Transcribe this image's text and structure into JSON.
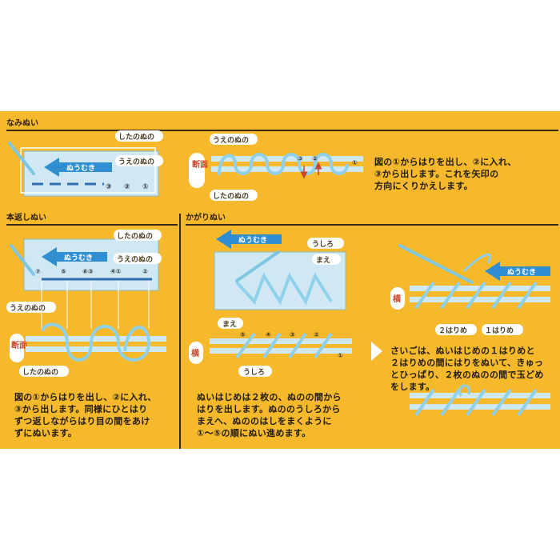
{
  "sections": {
    "running": {
      "title": "なみぬい",
      "direction": "ぬうむき",
      "under_cloth": "したのぬの",
      "upper_cloth": "うえのぬの",
      "cross_section": "断面",
      "upper_cloth_cs": "うえのぬの",
      "under_cloth_cs": "したのぬの",
      "nums": [
        "③",
        "②",
        "①"
      ],
      "text": "図の①からはりを出し、②に入れ、\n③から出します。これを矢印の\n方向にくりかえします。"
    },
    "backstitch": {
      "title": "本返しぬい",
      "direction": "ぬうむき",
      "under_cloth": "したのぬの",
      "upper_cloth": "うえのぬの",
      "upper_cloth_cs": "うえのぬの",
      "under_cloth_cs": "したのぬの",
      "cross_section": "断面",
      "nums": [
        "⑦",
        "⑤",
        "⑥③",
        "④①",
        "②"
      ],
      "text": "図の①からはりを出し、②に入れ、\n③から出します。同様にひとはり\nずつ返しながらはり目の間をあけ\nずにぬいます。"
    },
    "overcast": {
      "title": "かがりぬい",
      "direction": "ぬうむき",
      "back": "うしろ",
      "front": "まえ",
      "front2": "まえ",
      "side": "横",
      "back2": "うしろ",
      "nums": [
        "⑤",
        "④",
        "③",
        "②",
        "①"
      ],
      "text": "ぬいはじめは２枚の、ぬのの間から\nはりを出します。ぬののうしろから\nまえへ、ぬののはしをまくように\n①～⑤の順にぬい進めます。"
    },
    "finish": {
      "direction": "ぬうむき",
      "side": "横",
      "second": "２はりめ",
      "first": "１はりめ",
      "text": "さいごは、ぬいはじめの１はりめと\n２はりめの間にはりをぬいて、きゅっ\nとひっぱり、２枚のぬのの間で玉どめ\nをします。"
    }
  },
  "colors": {
    "panel": "#f6b92b",
    "cloth": "#cfe8f3",
    "thread": "#8fd0ea",
    "arrow": "#2f8fd0",
    "dark": "#3a2a10"
  }
}
